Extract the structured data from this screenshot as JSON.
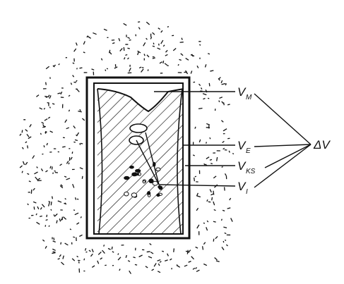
{
  "labels": {
    "vm": {
      "main": "V",
      "sub": "M"
    },
    "ve": {
      "main": "V",
      "sub": "E"
    },
    "vks": {
      "main": "V",
      "sub": "KS"
    },
    "vi": {
      "main": "V",
      "sub": "I"
    },
    "dv": "ΔV"
  },
  "colors": {
    "ink": "#111111",
    "background": "#ffffff"
  }
}
